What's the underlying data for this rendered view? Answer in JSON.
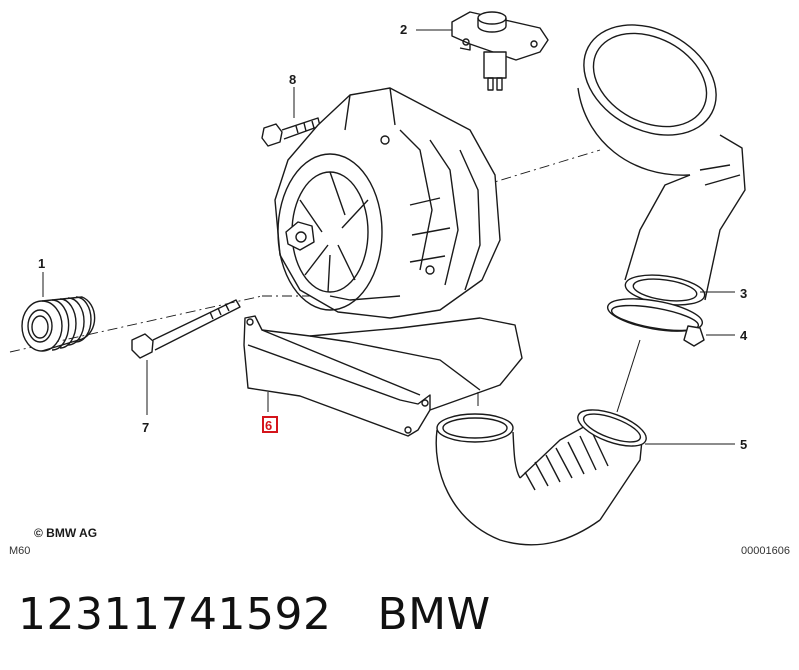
{
  "diagram": {
    "callouts": [
      {
        "id": "1",
        "label": "1"
      },
      {
        "id": "2",
        "label": "2"
      },
      {
        "id": "3",
        "label": "3"
      },
      {
        "id": "4",
        "label": "4"
      },
      {
        "id": "5",
        "label": "5"
      },
      {
        "id": "6",
        "label": "6",
        "highlighted": true
      },
      {
        "id": "7",
        "label": "7"
      },
      {
        "id": "8",
        "label": "8"
      }
    ],
    "copyright": "© BMW AG",
    "model": "M60",
    "diagram_code": "00001606",
    "highlight_color": "#d4141b"
  },
  "footer": {
    "part_number": "12311741592",
    "brand": "BMW"
  }
}
